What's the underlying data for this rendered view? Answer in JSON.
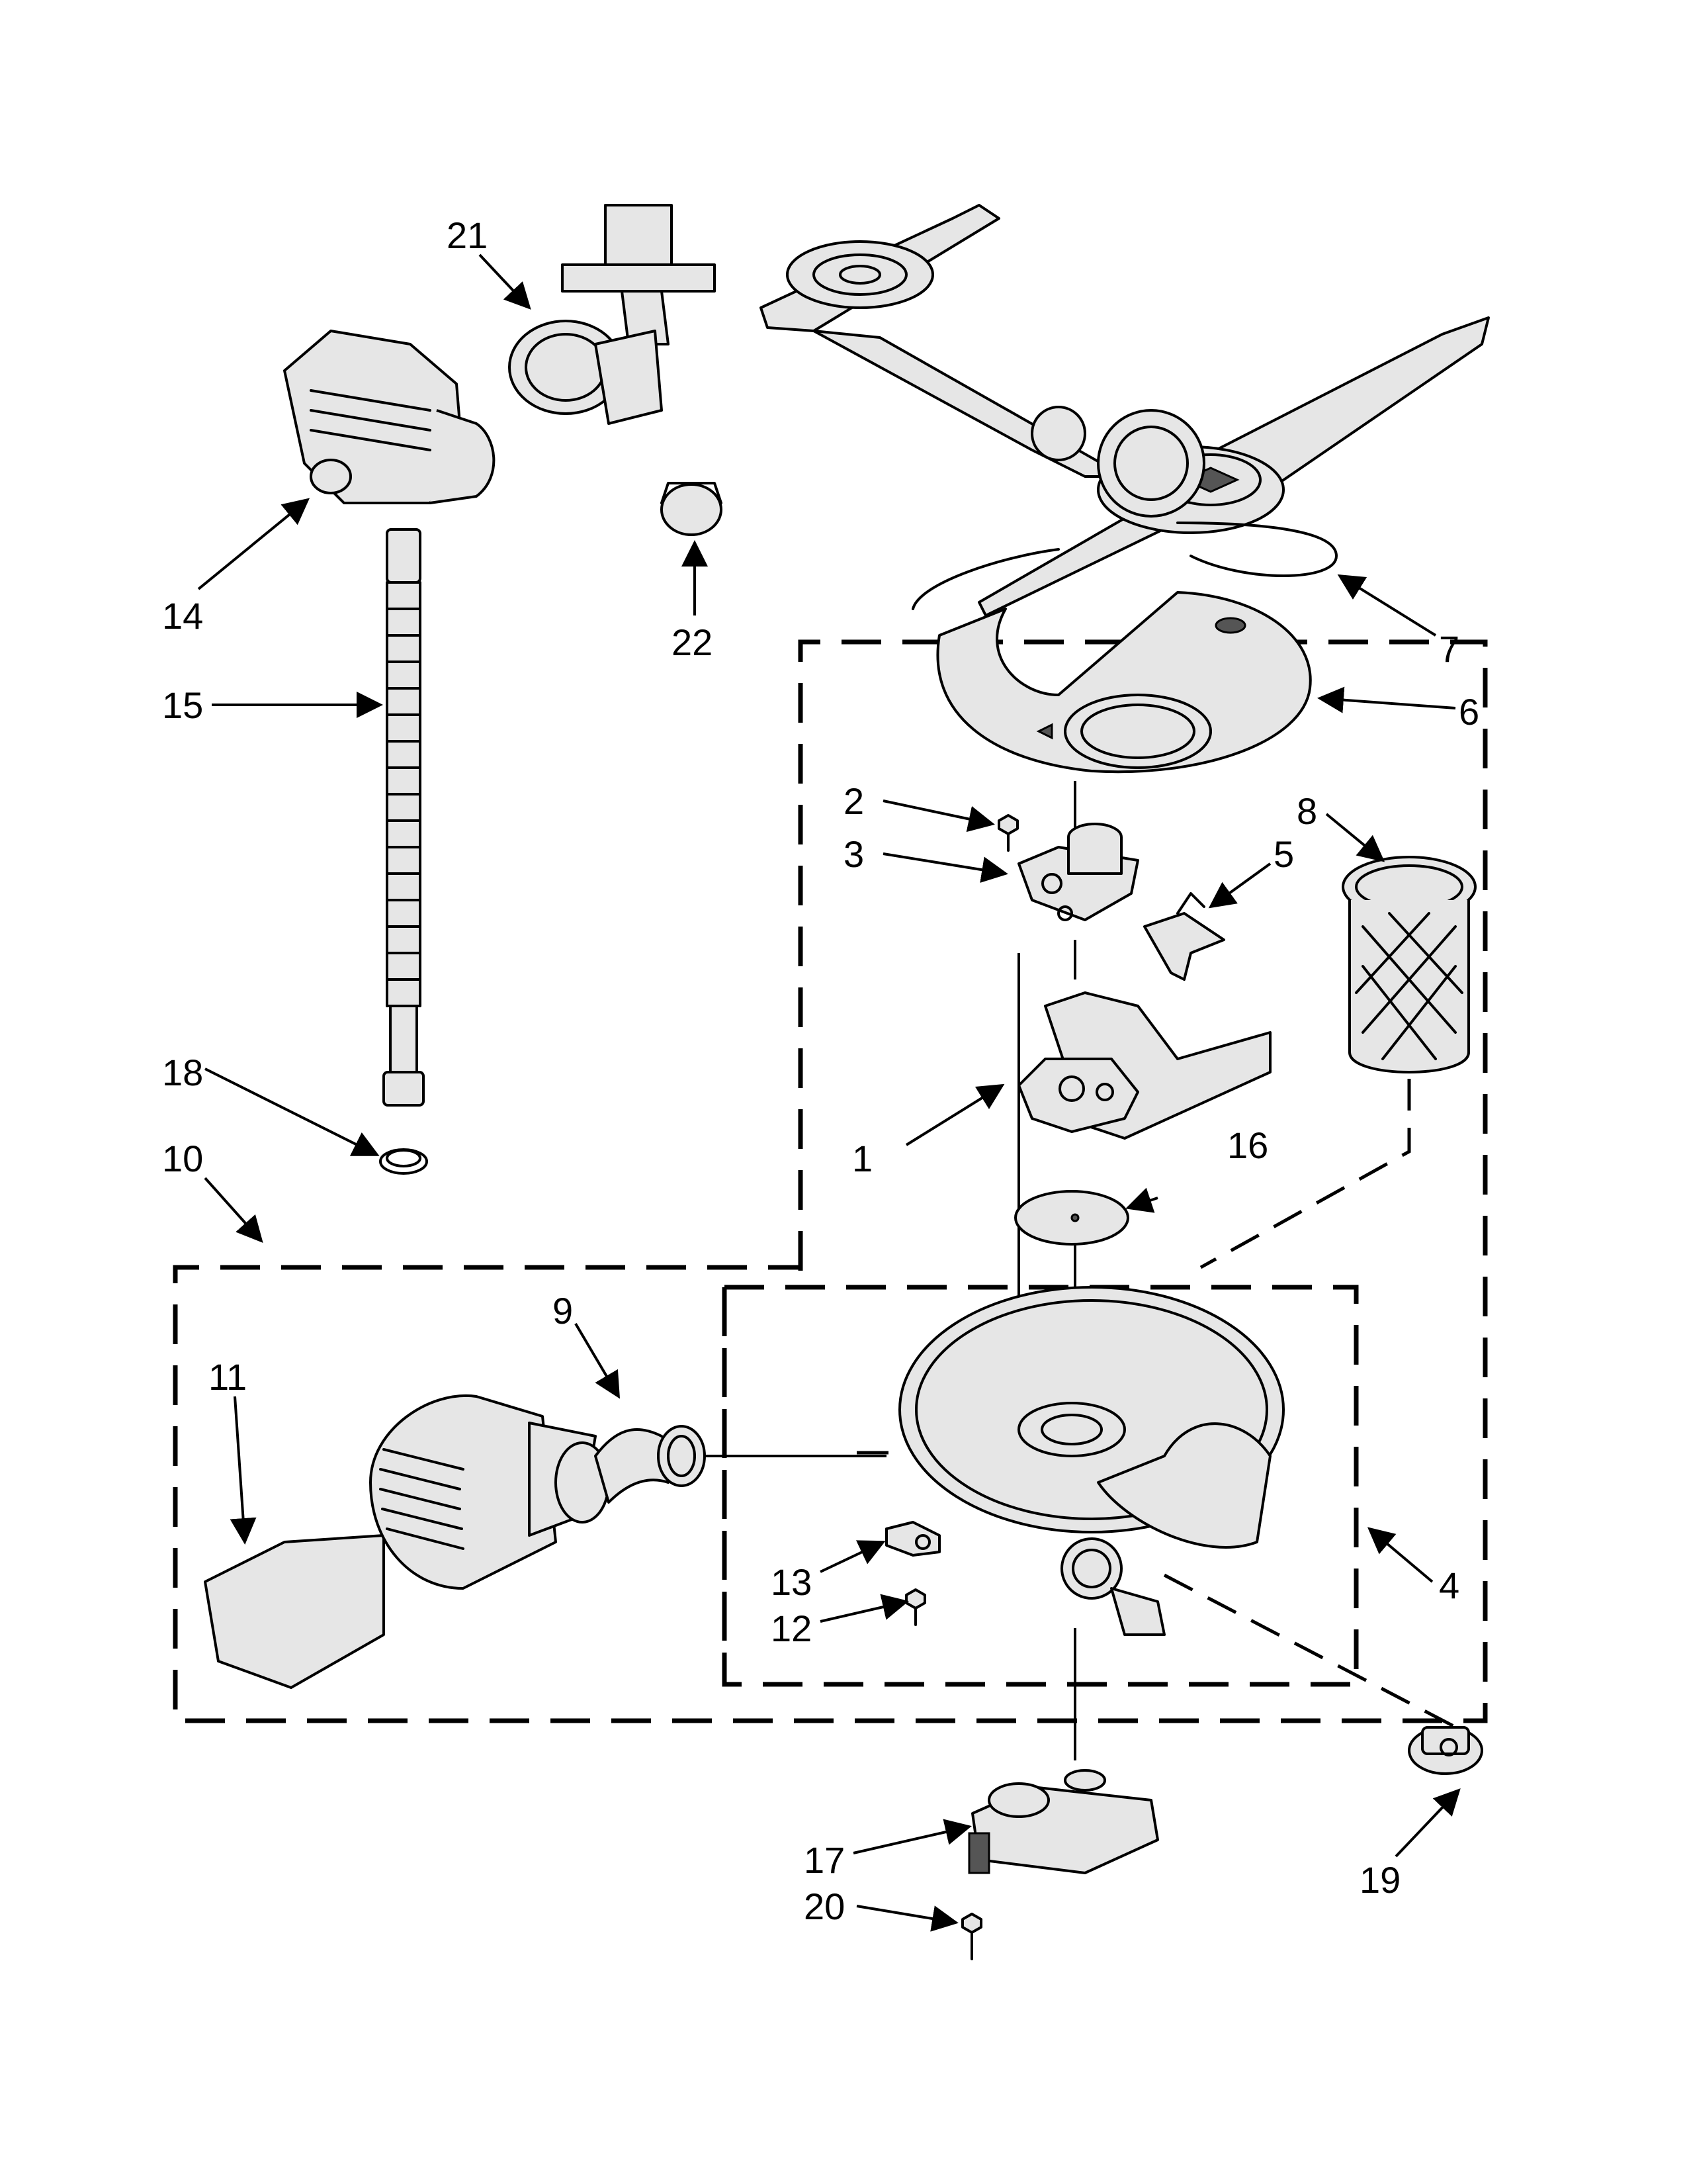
{
  "callouts": [
    "1",
    "2",
    "3",
    "4",
    "5",
    "6",
    "7",
    "8",
    "9",
    "10",
    "11",
    "12",
    "13",
    "14",
    "15",
    "16",
    "17",
    "18",
    "19",
    "20",
    "21",
    "22"
  ],
  "colors": {
    "line": "#000000",
    "shade": "#e6e6e6",
    "background": "#ffffff"
  }
}
